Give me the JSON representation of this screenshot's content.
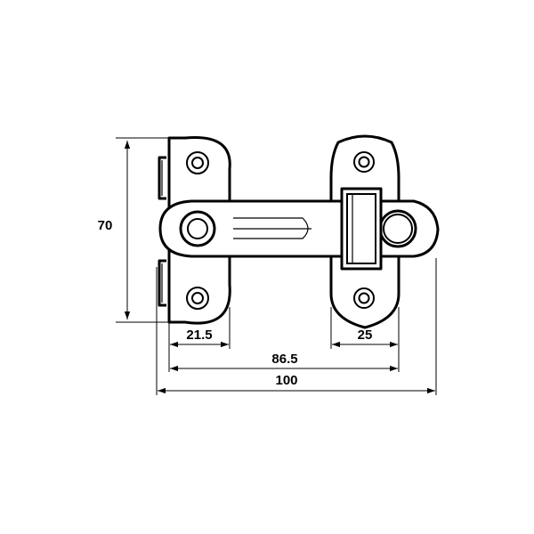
{
  "dimensions": {
    "height": "70",
    "left_plate_width": "21.5",
    "right_plate_width": "25",
    "hole_spacing": "86.5",
    "overall_width": "100"
  }
}
